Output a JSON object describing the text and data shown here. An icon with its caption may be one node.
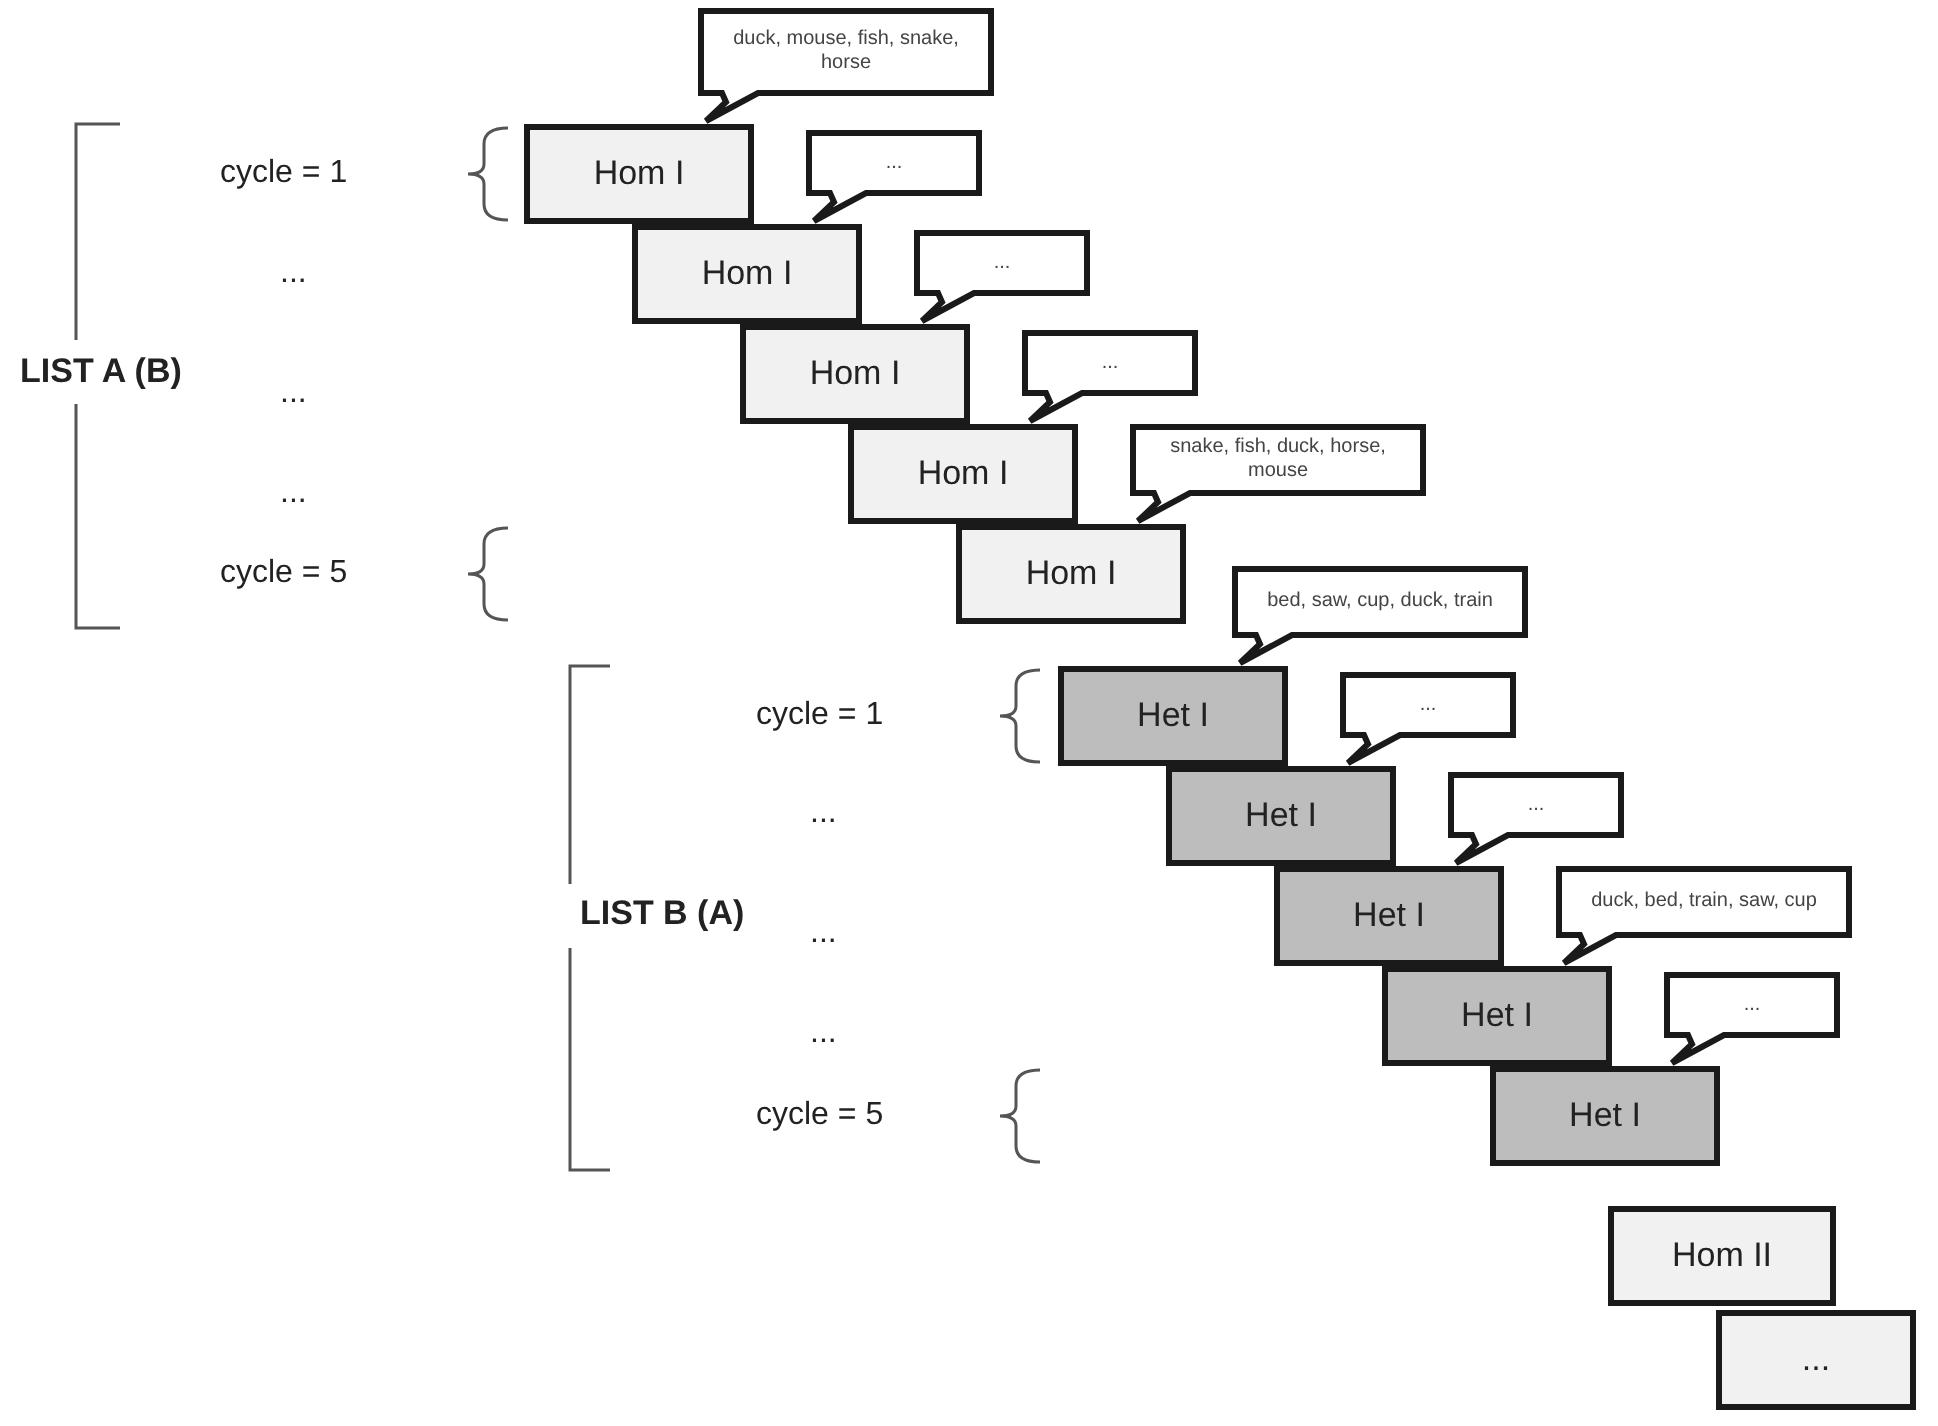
{
  "diagram": {
    "nodes": [
      {
        "text": [
          "duck, mouse, fish, snake, horse"
        ]
      },
      {
        "text": [
          "Hom I"
        ]
      },
      {
        "text": [
          "..."
        ]
      },
      {
        "text": [
          "Hom I"
        ]
      },
      {
        "text": [
          "..."
        ]
      },
      {
        "text": [
          "Hom I"
        ]
      },
      {
        "text": [
          "..."
        ]
      },
      {
        "text": [
          "Hom I"
        ]
      },
      {
        "text": [
          "snake, fish, duck, horse, mouse"
        ]
      },
      {
        "text": [
          "Hom I"
        ]
      },
      {
        "text": [
          "bed, saw, cup, duck, train"
        ]
      },
      {
        "text": [
          "Het I"
        ]
      },
      {
        "text": [
          "..."
        ]
      },
      {
        "text": [
          "Het I"
        ]
      },
      {
        "text": [
          "..."
        ]
      },
      {
        "text": [
          "Het I"
        ]
      },
      {
        "text": [
          "duck, bed, train, saw, cup"
        ]
      },
      {
        "text": [
          "Het I"
        ]
      },
      {
        "text": [
          "..."
        ]
      },
      {
        "text": [
          "Het I"
        ]
      },
      {
        "text": [
          "Hom II"
        ]
      },
      {
        "text": [
          "..."
        ]
      }
    ],
    "labels": [
      "cycle = 1",
      "...",
      "LIST A (B)",
      "...",
      "...",
      "cycle = 5",
      "cycle = 1",
      "...",
      "LIST B (A)",
      "...",
      "...",
      "cycle = 5"
    ]
  }
}
